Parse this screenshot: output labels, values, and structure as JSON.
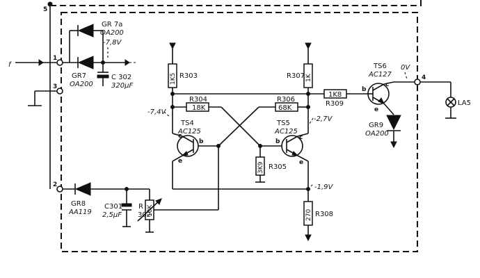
{
  "terminals": {
    "t5": "5",
    "t1": "1",
    "t3": "3",
    "t2": "2",
    "t4": "4",
    "input": "f"
  },
  "diodes": {
    "gr7a": {
      "name": "GR 7a",
      "type": "OA200"
    },
    "gr7": {
      "name": "GR7",
      "type": "OA200"
    },
    "gr8": {
      "name": "GR8",
      "type": "AA119"
    },
    "gr9": {
      "name": "GR9",
      "type": "OA200"
    }
  },
  "capacitors": {
    "c302": {
      "name": "C 302",
      "value": "320µF"
    },
    "c301": {
      "name": "C301",
      "value": "2,5µF"
    }
  },
  "resistors": {
    "r303": {
      "name": "R303",
      "value": "1K5"
    },
    "r307": {
      "name": "R307",
      "value": "1K"
    },
    "r304": {
      "name": "R304",
      "value": "18K"
    },
    "r306": {
      "name": "R306",
      "value": "68K"
    },
    "r309": {
      "name": "R309",
      "value": "1K8"
    },
    "r305": {
      "name": "R305",
      "value": "3K9"
    },
    "r308": {
      "name": "R308",
      "value": "270"
    },
    "r302": {
      "name": "R",
      "number": "302",
      "value": "10K"
    }
  },
  "transistors": {
    "ts4": {
      "name": "TS4",
      "type": "AC125"
    },
    "ts5": {
      "name": "TS5",
      "type": "AC125"
    },
    "ts6": {
      "name": "TS6",
      "type": "AC127"
    }
  },
  "pins": {
    "b": "b",
    "c": "c",
    "e": "e"
  },
  "voltages": {
    "v78": "-7,8V",
    "v74": "-7,4V",
    "v27": "-2,7V",
    "v19": "-1,9V",
    "v0": "0V"
  },
  "lamp": {
    "label": "LA5"
  }
}
